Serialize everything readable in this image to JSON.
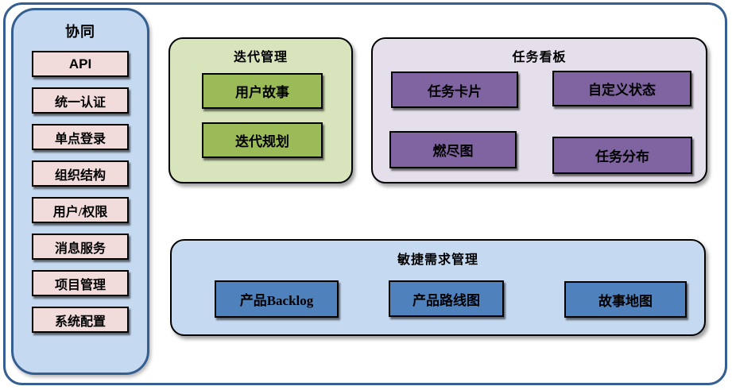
{
  "diagram": {
    "sidebar": {
      "title": "协同",
      "items": [
        "API",
        "统一认证",
        "单点登录",
        "组织结构",
        "用户/权限",
        "消息服务",
        "项目管理",
        "系统配置"
      ]
    },
    "iteration": {
      "title": "迭代管理",
      "items": [
        "用户故事",
        "迭代规划"
      ]
    },
    "kanban": {
      "title": "任务看板",
      "items": [
        "任务卡片",
        "自定义状态",
        "燃尽图",
        "任务分布"
      ]
    },
    "agile": {
      "title": "敏捷需求管理",
      "items": [
        "产品Backlog",
        "产品路线图",
        "故事地图"
      ]
    }
  },
  "colors": {
    "frame_border": "#365f91",
    "sidebar_fill": "#c5d9f1",
    "sidebar_node_fill": "#f2dcdb",
    "iteration_fill": "#d7e4bc",
    "iteration_node_fill": "#9bbb59",
    "kanban_fill": "#e5dfec",
    "kanban_node_fill": "#8064a2",
    "agile_fill": "#c5d9f1",
    "agile_node_fill": "#4f81bd",
    "node_border": "#000000",
    "text": "#000000"
  }
}
